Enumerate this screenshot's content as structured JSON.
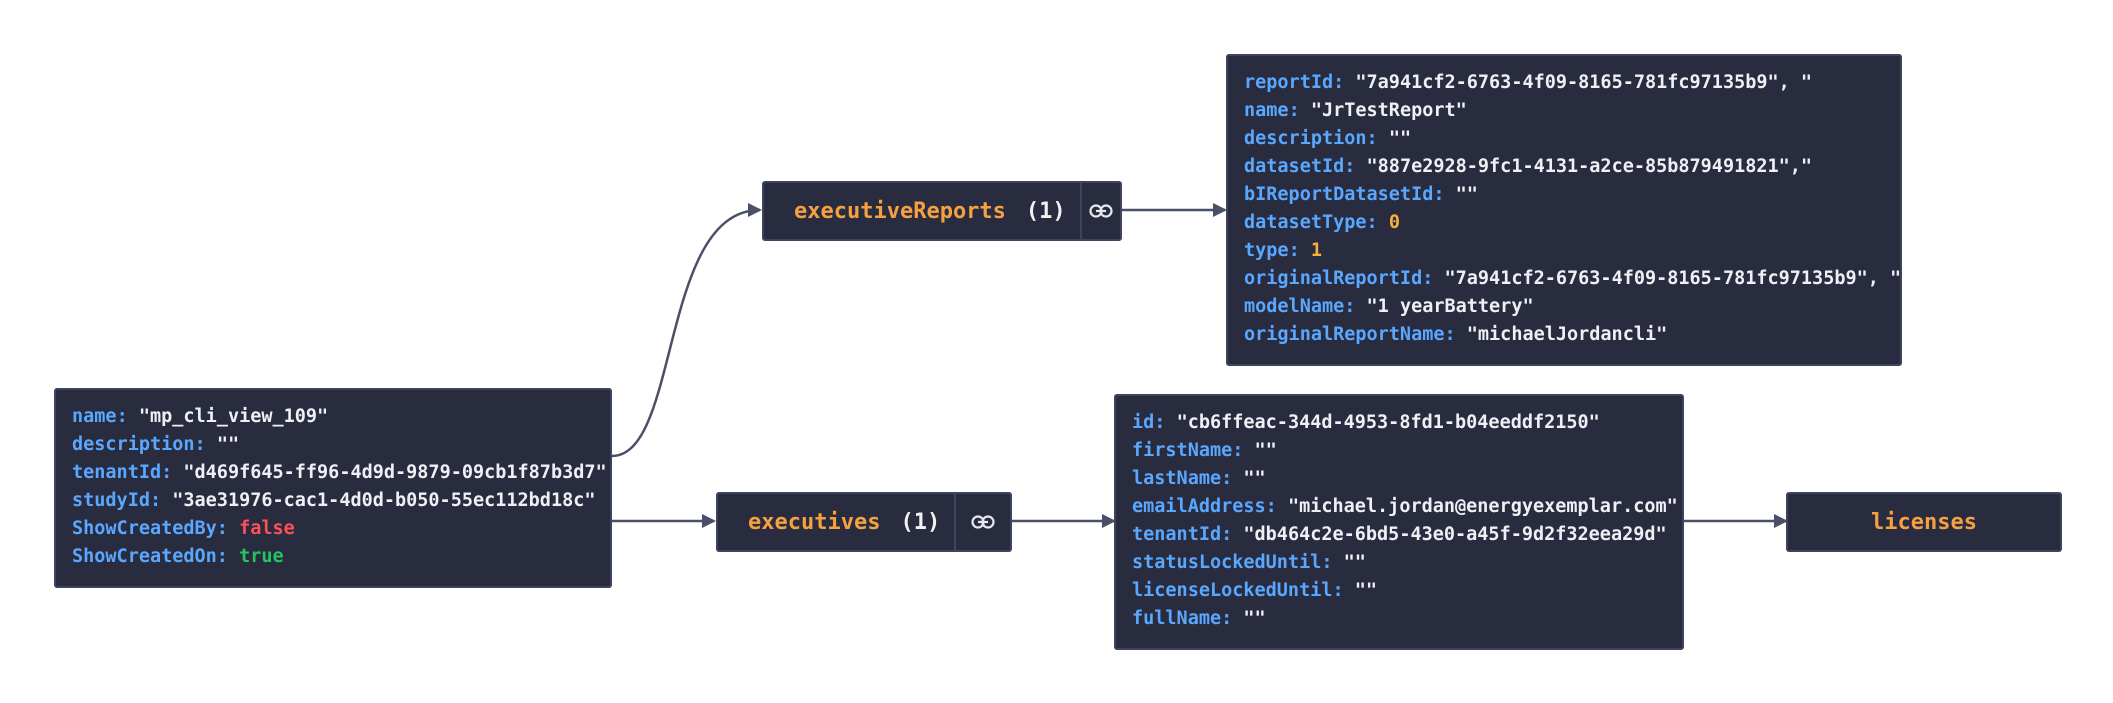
{
  "root": {
    "fields": [
      {
        "key": "name",
        "value": "\"mp_cli_view_109\"",
        "kind": "s"
      },
      {
        "key": "description",
        "value": "\"\"",
        "kind": "s"
      },
      {
        "key": "tenantId",
        "value": "\"d469f645-ff96-4d9d-9879-09cb1f87b3d7\"",
        "kind": "s"
      },
      {
        "key": "studyId",
        "value": "\"3ae31976-cac1-4d0d-b050-55ec112bd18c\"",
        "kind": "s"
      },
      {
        "key": "ShowCreatedBy",
        "value": "false",
        "kind": "f"
      },
      {
        "key": "ShowCreatedOn",
        "value": "true",
        "kind": "t"
      }
    ]
  },
  "executiveReports": {
    "title": "executiveReports",
    "count": "(1)",
    "icon": "link-icon"
  },
  "executives": {
    "title": "executives",
    "count": "(1)",
    "icon": "link-icon"
  },
  "report": {
    "fields": [
      {
        "key": "reportId",
        "value": "\"7a941cf2-6763-4f09-8165-781fc97135b9\", \"",
        "kind": "s"
      },
      {
        "key": "name",
        "value": "\"JrTestReport\"",
        "kind": "s"
      },
      {
        "key": "description",
        "value": "\"\"",
        "kind": "s"
      },
      {
        "key": "datasetId",
        "value": "\"887e2928-9fc1-4131-a2ce-85b879491821\",\"",
        "kind": "s"
      },
      {
        "key": "bIReportDatasetId",
        "value": "\"\"",
        "kind": "s"
      },
      {
        "key": "datasetType",
        "value": "0",
        "kind": "n"
      },
      {
        "key": "type",
        "value": "1",
        "kind": "n"
      },
      {
        "key": "originalReportId",
        "value": "\"7a941cf2-6763-4f09-8165-781fc97135b9\", \"",
        "kind": "s"
      },
      {
        "key": "modelName",
        "value": "\"1 yearBattery\"",
        "kind": "s"
      },
      {
        "key": "originalReportName",
        "value": "\"michaelJordancli\"",
        "kind": "s"
      }
    ]
  },
  "executive": {
    "fields": [
      {
        "key": "id",
        "value": "\"cb6ffeac-344d-4953-8fd1-b04eeddf2150\"",
        "kind": "s"
      },
      {
        "key": "firstName",
        "value": "\"\"",
        "kind": "s"
      },
      {
        "key": "lastName",
        "value": "\"\"",
        "kind": "s"
      },
      {
        "key": "emailAddress",
        "value": "\"michael.jordan@energyexemplar.com\"",
        "kind": "s"
      },
      {
        "key": "tenantId",
        "value": "\"db464c2e-6bd5-43e0-a45f-9d2f32eea29d\"",
        "kind": "s"
      },
      {
        "key": "statusLockedUntil",
        "value": "\"\"",
        "kind": "s"
      },
      {
        "key": "licenseLockedUntil",
        "value": "\"\"",
        "kind": "s"
      },
      {
        "key": "fullName",
        "value": "\"\"",
        "kind": "s"
      }
    ]
  },
  "licenses": {
    "title": "licenses"
  },
  "colors": {
    "edge": "#4a5068",
    "node_bg": "#292c3e",
    "key": "#5aa7ff",
    "title": "#f5a142"
  }
}
